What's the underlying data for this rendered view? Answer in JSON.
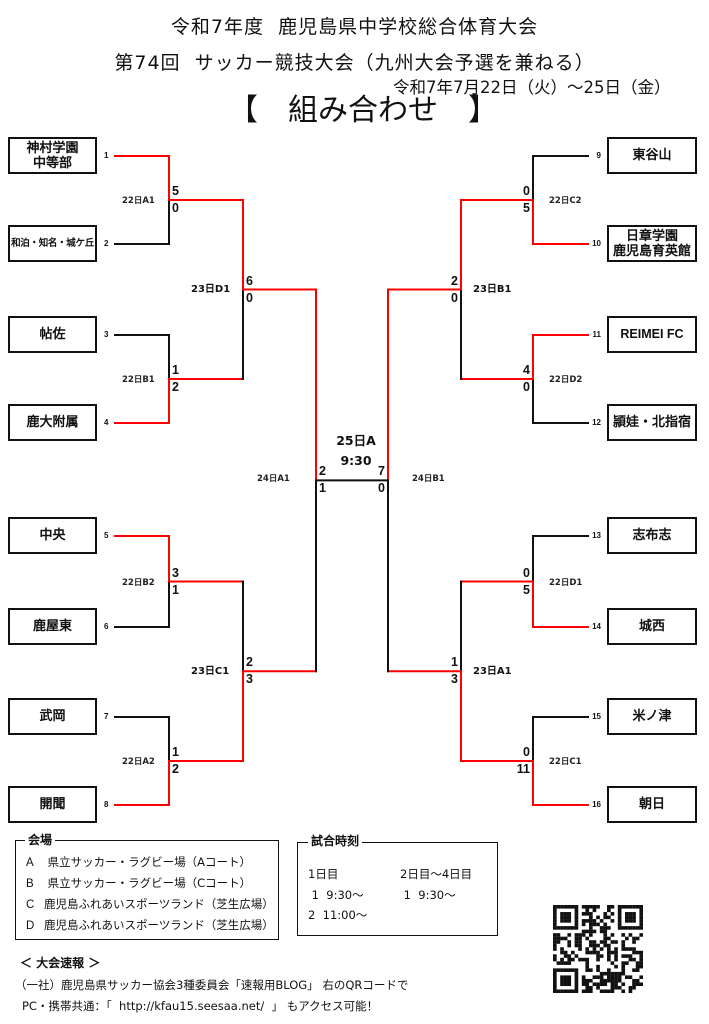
{
  "header": {
    "line1": "令和7年度  鹿児島県中学校総合体育大会",
    "line2": "第74回  サッカー競技大会（九州大会予選を兼ねる）",
    "line3": "令和7年7月22日（火）～25日（金）",
    "line4": "【　組み合わせ　】"
  },
  "colors": {
    "winner": "#ff0000",
    "line": "#111111"
  },
  "bracket": {
    "left": {
      "teams": [
        {
          "seed": "1",
          "name": "神村学園\n中等部"
        },
        {
          "seed": "2",
          "name": "和泊・知名・城ケ丘"
        },
        {
          "seed": "3",
          "name": "帖佐"
        },
        {
          "seed": "4",
          "name": "鹿大附属"
        },
        {
          "seed": "5",
          "name": "中央"
        },
        {
          "seed": "6",
          "name": "鹿屋東"
        },
        {
          "seed": "7",
          "name": "武岡"
        },
        {
          "seed": "8",
          "name": "開聞"
        }
      ],
      "round1": [
        {
          "label": "22日A1",
          "score_top": "5",
          "score_bottom": "0"
        },
        {
          "label": "22日B1",
          "score_top": "1",
          "score_bottom": "2"
        },
        {
          "label": "22日B2",
          "score_top": "3",
          "score_bottom": "1"
        },
        {
          "label": "22日A2",
          "score_top": "1",
          "score_bottom": "2"
        }
      ],
      "round2": [
        {
          "label": "23日D1",
          "score_top": "6",
          "score_bottom": "0"
        },
        {
          "label": "23日C1",
          "score_top": "2",
          "score_bottom": "3"
        }
      ],
      "semifinal": {
        "label": "24日A1",
        "score_top": "2",
        "score_bottom": "1"
      }
    },
    "right": {
      "teams": [
        {
          "seed": "9",
          "name": "東谷山"
        },
        {
          "seed": "10",
          "name": "日章学園\n鹿児島育英館"
        },
        {
          "seed": "11",
          "name": "REIMEI FC"
        },
        {
          "seed": "12",
          "name": "頴娃・北指宿"
        },
        {
          "seed": "13",
          "name": "志布志"
        },
        {
          "seed": "14",
          "name": "城西"
        },
        {
          "seed": "15",
          "name": "米ノ津"
        },
        {
          "seed": "16",
          "name": "朝日"
        }
      ],
      "round1": [
        {
          "label": "22日C2",
          "score_top": "0",
          "score_bottom": "5"
        },
        {
          "label": "22日D2",
          "score_top": "4",
          "score_bottom": "0"
        },
        {
          "label": "22日D1",
          "score_top": "0",
          "score_bottom": "5"
        },
        {
          "label": "22日C1",
          "score_top": "0",
          "score_bottom": "11"
        }
      ],
      "round2": [
        {
          "label": "23日B1",
          "score_top": "2",
          "score_bottom": "0"
        },
        {
          "label": "23日A1",
          "score_top": "1",
          "score_bottom": "3"
        }
      ],
      "semifinal": {
        "label": "24日B1",
        "score_top": "7",
        "score_bottom": "0"
      }
    },
    "final": {
      "label": "25日A",
      "time": "9:30"
    }
  },
  "venue": {
    "title": "会場",
    "items": [
      {
        "code": "A",
        "name": " 県立サッカー・ラグビー場（Aコート）"
      },
      {
        "code": "B",
        "name": " 県立サッカー・ラグビー場（Cコート）"
      },
      {
        "code": "C",
        "name": "鹿児島ふれあいスポーツランド（芝生広場）"
      },
      {
        "code": "D",
        "name": "鹿児島ふれあいスポーツランド（芝生広場）"
      }
    ]
  },
  "times": {
    "title": "試合時刻",
    "col1_header": "1日目",
    "col1_rows": [
      " 1  9:30～",
      "2  11:00～"
    ],
    "col2_header": "2日目～4日目",
    "col2_rows": [
      " 1  9:30～"
    ]
  },
  "footer": {
    "heading": "＜ 大会速報 ＞",
    "line1": "（一社）鹿児島県サッカー協会3種委員会「速報用BLOG」 右のQRコードで",
    "line2_prefix": "PC・携帯共通：「  ",
    "url": "http://kfau15.seesaa.net/",
    "line2_suffix": "  」 もアクセス可能！"
  }
}
